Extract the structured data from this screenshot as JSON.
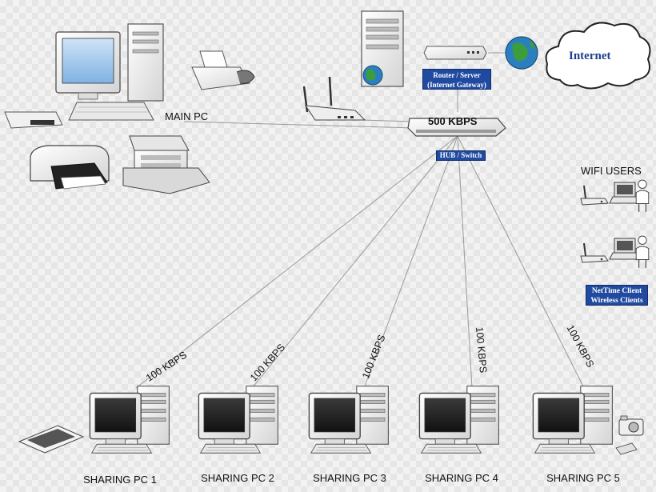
{
  "labels": {
    "main_pc": "MAIN PC",
    "wifi_users": "WIFI USERS",
    "internet": "Internet",
    "router": "Router / Server",
    "router_sub": "(Internet Gateway)",
    "switch_speed": "500 KBPS",
    "hub": "HUB / Switch",
    "nettime": "NetTime Client",
    "nettime_sub": "Wireless Clients"
  },
  "links": [
    {
      "speed": "100 KBPS"
    },
    {
      "speed": "100 KBPS"
    },
    {
      "speed": "100 KBPS"
    },
    {
      "speed": "100 KBPS"
    },
    {
      "speed": "100 KBPS"
    }
  ],
  "sharing_pcs": [
    {
      "label": "SHARING PC 1"
    },
    {
      "label": "SHARING PC 2"
    },
    {
      "label": "SHARING PC 3"
    },
    {
      "label": "SHARING PC 4"
    },
    {
      "label": "SHARING PC 5"
    }
  ],
  "colors": {
    "label_box": "#1f4aa0",
    "line": "#9a9a9a",
    "cloud_text": "#1d3f8a",
    "globe": "#2c7fbf"
  }
}
